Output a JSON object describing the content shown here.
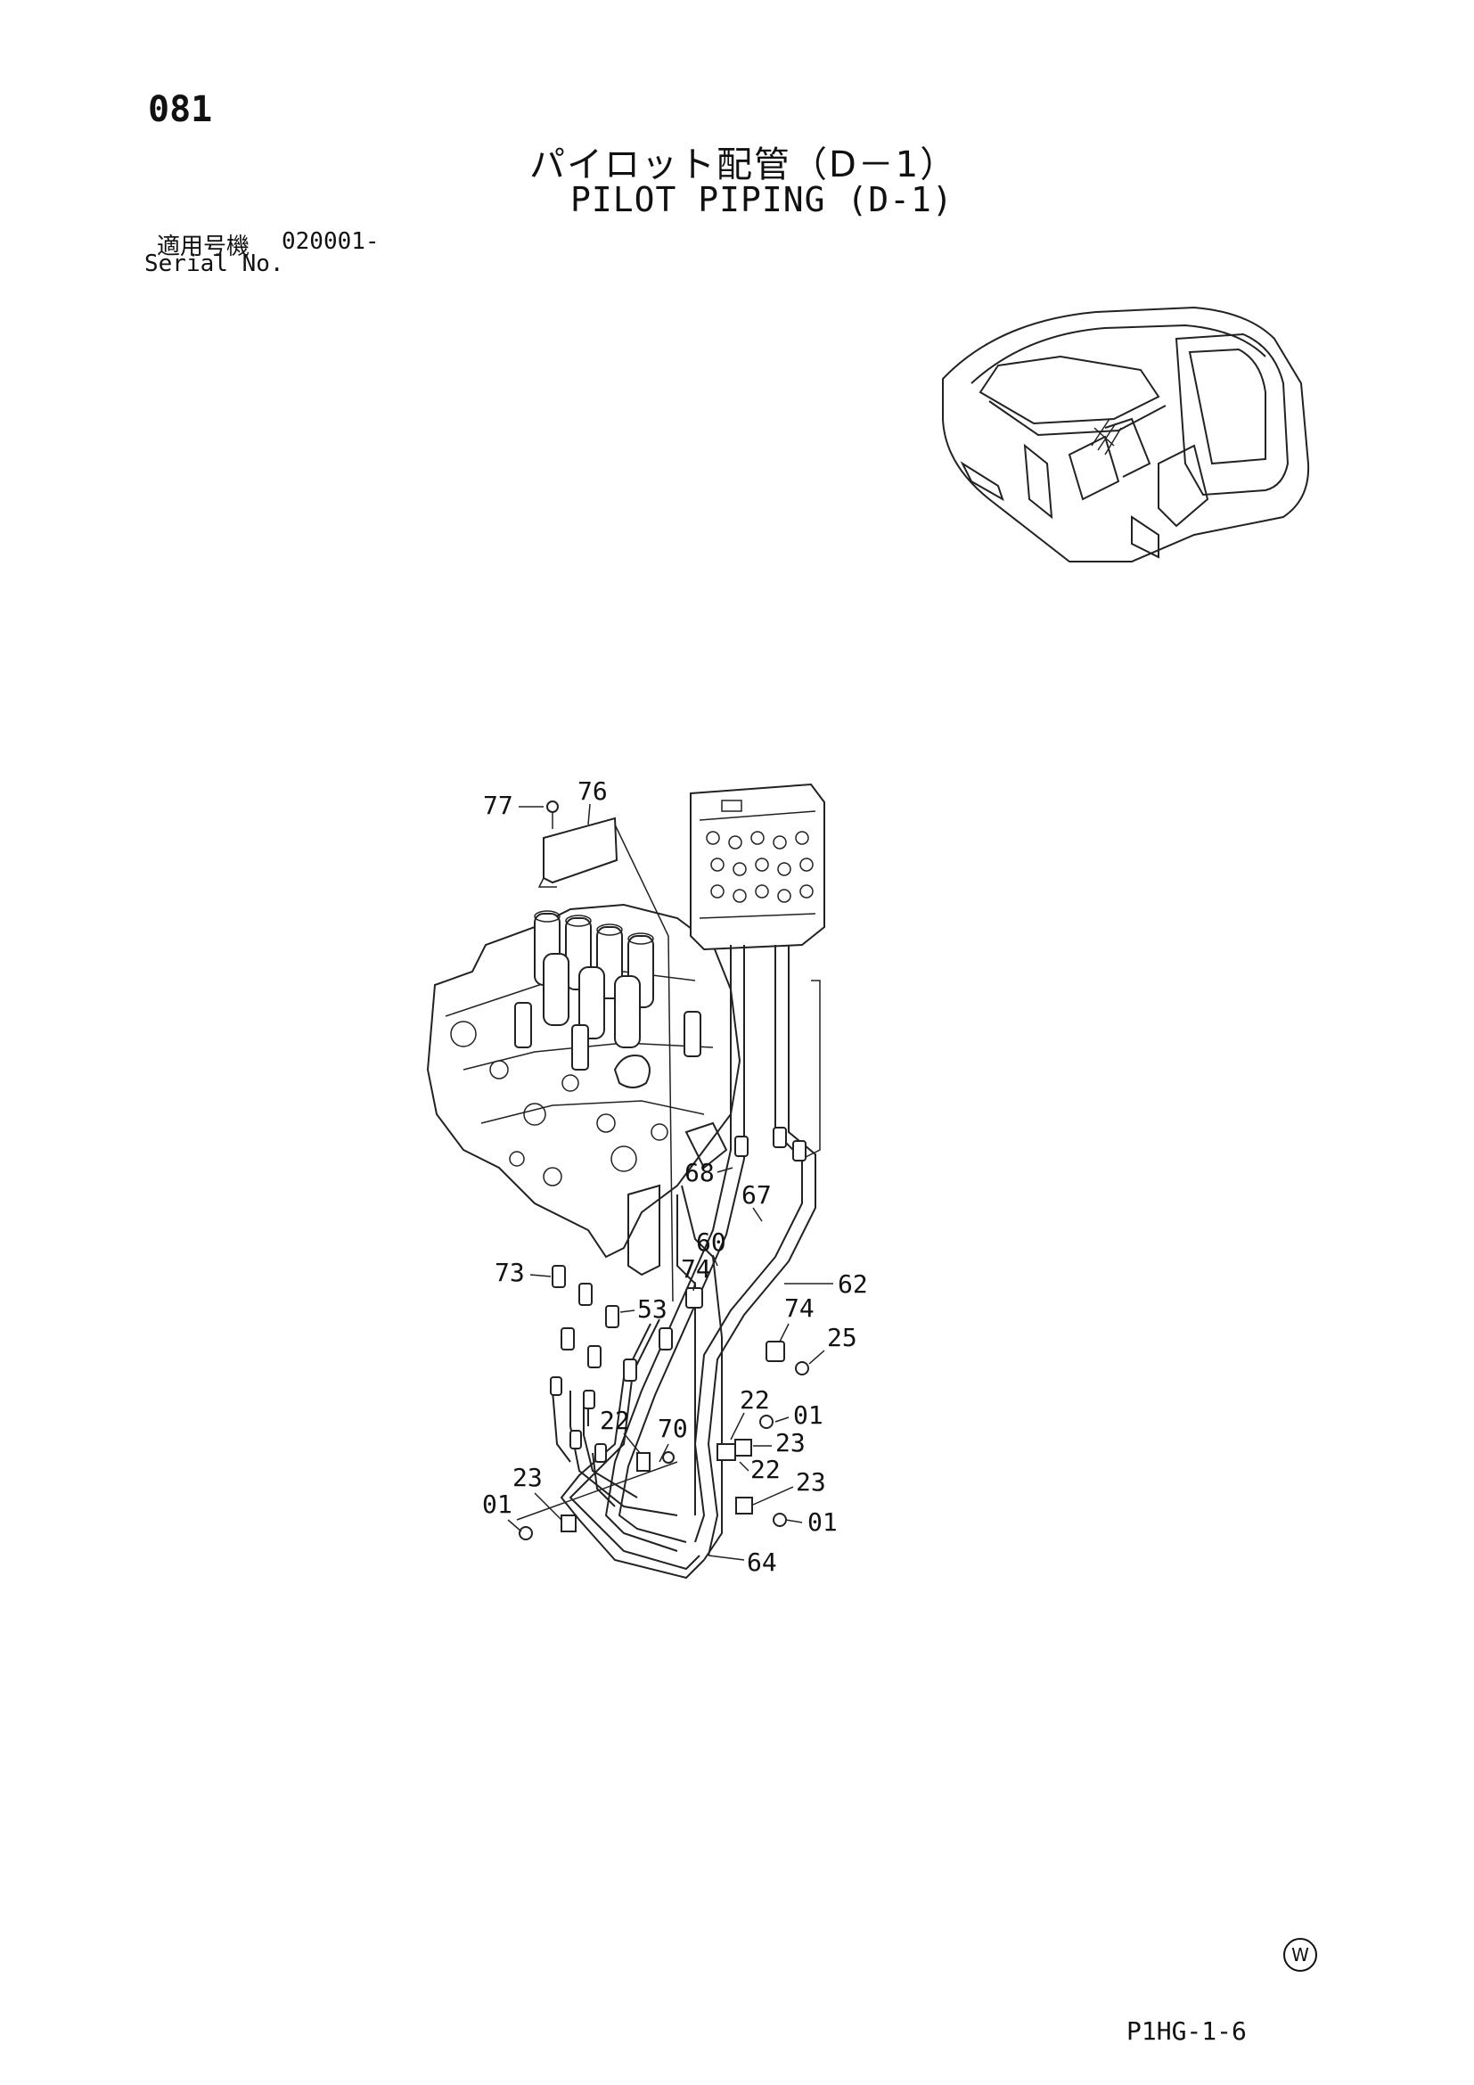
{
  "header": {
    "page_number": "081",
    "title_ja": "パイロット配管（D－1）",
    "title_en": "PILOT PIPING (D-1)",
    "serial_label_ja": "適用号機",
    "serial_value": "020001-",
    "serial_label_en": "Serial No."
  },
  "callouts": [
    {
      "id": "c77",
      "label": "77"
    },
    {
      "id": "c76",
      "label": "76"
    },
    {
      "id": "c68",
      "label": "68"
    },
    {
      "id": "c67",
      "label": "67"
    },
    {
      "id": "c60",
      "label": "60"
    },
    {
      "id": "c74a",
      "label": "74"
    },
    {
      "id": "c73",
      "label": "73"
    },
    {
      "id": "c53",
      "label": "53"
    },
    {
      "id": "c62",
      "label": "62"
    },
    {
      "id": "c74b",
      "label": "74"
    },
    {
      "id": "c25",
      "label": "25"
    },
    {
      "id": "c22a",
      "label": "22"
    },
    {
      "id": "c01a",
      "label": "01"
    },
    {
      "id": "c22b",
      "label": "22"
    },
    {
      "id": "c70",
      "label": "70"
    },
    {
      "id": "c23a",
      "label": "23"
    },
    {
      "id": "c22c",
      "label": "22"
    },
    {
      "id": "c23b",
      "label": "23"
    },
    {
      "id": "c23c",
      "label": "23"
    },
    {
      "id": "c01b",
      "label": "01"
    },
    {
      "id": "c01c",
      "label": "01"
    },
    {
      "id": "c64",
      "label": "64"
    }
  ],
  "footer": {
    "mark": "W",
    "drawing_code": "P1HG-1-6"
  }
}
